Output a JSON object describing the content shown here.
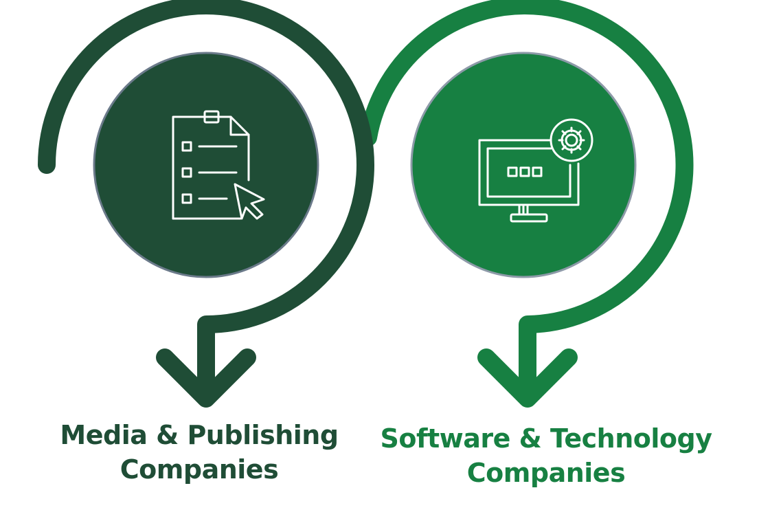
{
  "colors": {
    "dark_green": "#1f4d36",
    "mid_green": "#178042",
    "ring_border": "#6b7a8a",
    "icon_stroke": "#ffffff"
  },
  "items": [
    {
      "title_line1": "Media & Publishing",
      "title_line2": "Companies",
      "icon": "checklist-document-cursor-icon"
    },
    {
      "title_line1": "Software & Technology",
      "title_line2": "Companies",
      "icon": "monitor-gear-icon"
    }
  ]
}
